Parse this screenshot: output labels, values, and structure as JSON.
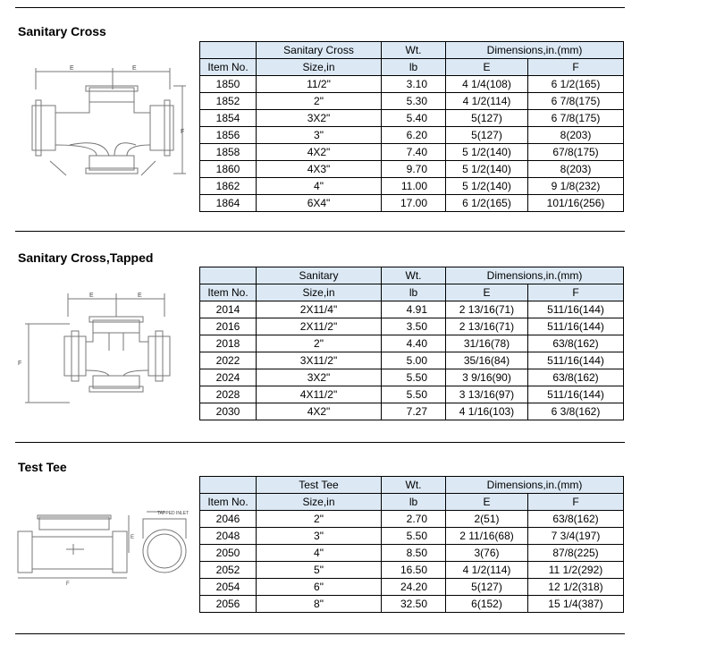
{
  "sections": [
    {
      "title": "Sanitary Cross",
      "drawing_labels": {
        "e1": "E",
        "e2": "E",
        "f": "F"
      },
      "header1": [
        "",
        "Sanitary Cross",
        "Wt.",
        "Dimensions,in.(mm)"
      ],
      "header2": [
        "Item No.",
        "Size,in",
        "lb",
        "E",
        "F"
      ],
      "rows": [
        [
          "1850",
          "11/2\"",
          "3.10",
          "4 1/4(108)",
          "6 1/2(165)"
        ],
        [
          "1852",
          "2\"",
          "5.30",
          "4 1/2(114)",
          "6 7/8(175)"
        ],
        [
          "1854",
          "3X2\"",
          "5.40",
          "5(127)",
          "6 7/8(175)"
        ],
        [
          "1856",
          "3\"",
          "6.20",
          "5(127)",
          "8(203)"
        ],
        [
          "1858",
          "4X2\"",
          "7.40",
          "5 1/2(140)",
          "67/8(175)"
        ],
        [
          "1860",
          "4X3\"",
          "9.70",
          "5 1/2(140)",
          "8(203)"
        ],
        [
          "1862",
          "4\"",
          "11.00",
          "5 1/2(140)",
          "9 1/8(232)"
        ],
        [
          "1864",
          "6X4\"",
          "17.00",
          "6 1/2(165)",
          "101/16(256)"
        ]
      ]
    },
    {
      "title": "Sanitary Cross,Tapped",
      "drawing_labels": {
        "e1": "E",
        "e2": "E",
        "f": "F"
      },
      "header1": [
        "",
        "Sanitary",
        "Wt.",
        "Dimensions,in.(mm)"
      ],
      "header2": [
        "Item No.",
        "Size,in",
        "lb",
        "E",
        "F"
      ],
      "rows": [
        [
          "2014",
          "2X11/4\"",
          "4.91",
          "2 13/16(71)",
          "511/16(144)"
        ],
        [
          "2016",
          "2X11/2\"",
          "3.50",
          "2 13/16(71)",
          "511/16(144)"
        ],
        [
          "2018",
          "2\"",
          "4.40",
          "31/16(78)",
          "63/8(162)"
        ],
        [
          "2022",
          "3X11/2\"",
          "5.00",
          "35/16(84)",
          "511/16(144)"
        ],
        [
          "2024",
          "3X2\"",
          "5.50",
          "3 9/16(90)",
          "63/8(162)"
        ],
        [
          "2028",
          "4X11/2\"",
          "5.50",
          "3 13/16(97)",
          "511/16(144)"
        ],
        [
          "2030",
          "4X2\"",
          "7.27",
          "4 1/16(103)",
          "6 3/8(162)"
        ]
      ]
    },
    {
      "title": "Test Tee",
      "drawing_labels": {
        "e": "E",
        "f": "F",
        "tapped": "TAPPED INLET"
      },
      "header1": [
        "",
        "Test Tee",
        "Wt.",
        "Dimensions,in.(mm)"
      ],
      "header2": [
        "Item No.",
        "Size,in",
        "lb",
        "E",
        "F"
      ],
      "rows": [
        [
          "2046",
          "2\"",
          "2.70",
          "2(51)",
          "63/8(162)"
        ],
        [
          "2048",
          "3\"",
          "5.50",
          "2 11/16(68)",
          "7 3/4(197)"
        ],
        [
          "2050",
          "4\"",
          "8.50",
          "3(76)",
          "87/8(225)"
        ],
        [
          "2052",
          "5\"",
          "16.50",
          "4 1/2(114)",
          "11 1/2(292)"
        ],
        [
          "2054",
          "6\"",
          "24.20",
          "5(127)",
          "12 1/2(318)"
        ],
        [
          "2056",
          "8\"",
          "32.50",
          "6(152)",
          "15 1/4(387)"
        ]
      ]
    }
  ]
}
